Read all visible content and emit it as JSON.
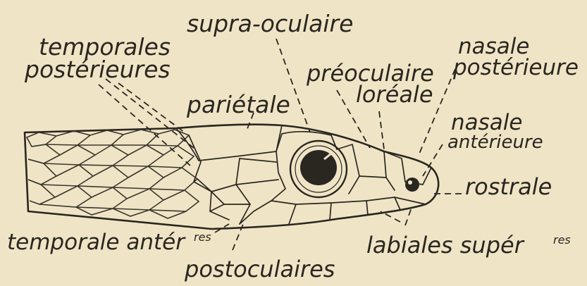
{
  "labels": {
    "supra_oculaire": "supra-oculaire",
    "temporales_posterieures_1": "temporales",
    "temporales_posterieures_2": "postérieures",
    "nasale_posterieure_1": "nasale",
    "nasale_posterieure_2": "postérieure",
    "preoculaire": "préoculaire",
    "loreale": "loréale",
    "parietale": "pariétale",
    "nasale_anterieure_1": "nasale",
    "nasale_anterieure_2": "antérieure",
    "rostrale": "rostrale",
    "temporale_anterieure": "temporale antér",
    "temporale_anterieure_sup": "res",
    "labiales_superieures": "labiales supér",
    "labiales_superieures_sup": "res",
    "postoculaires": "postoculaires"
  },
  "colors": {
    "paper": "#efe5c6",
    "ink": "#2a2620"
  }
}
